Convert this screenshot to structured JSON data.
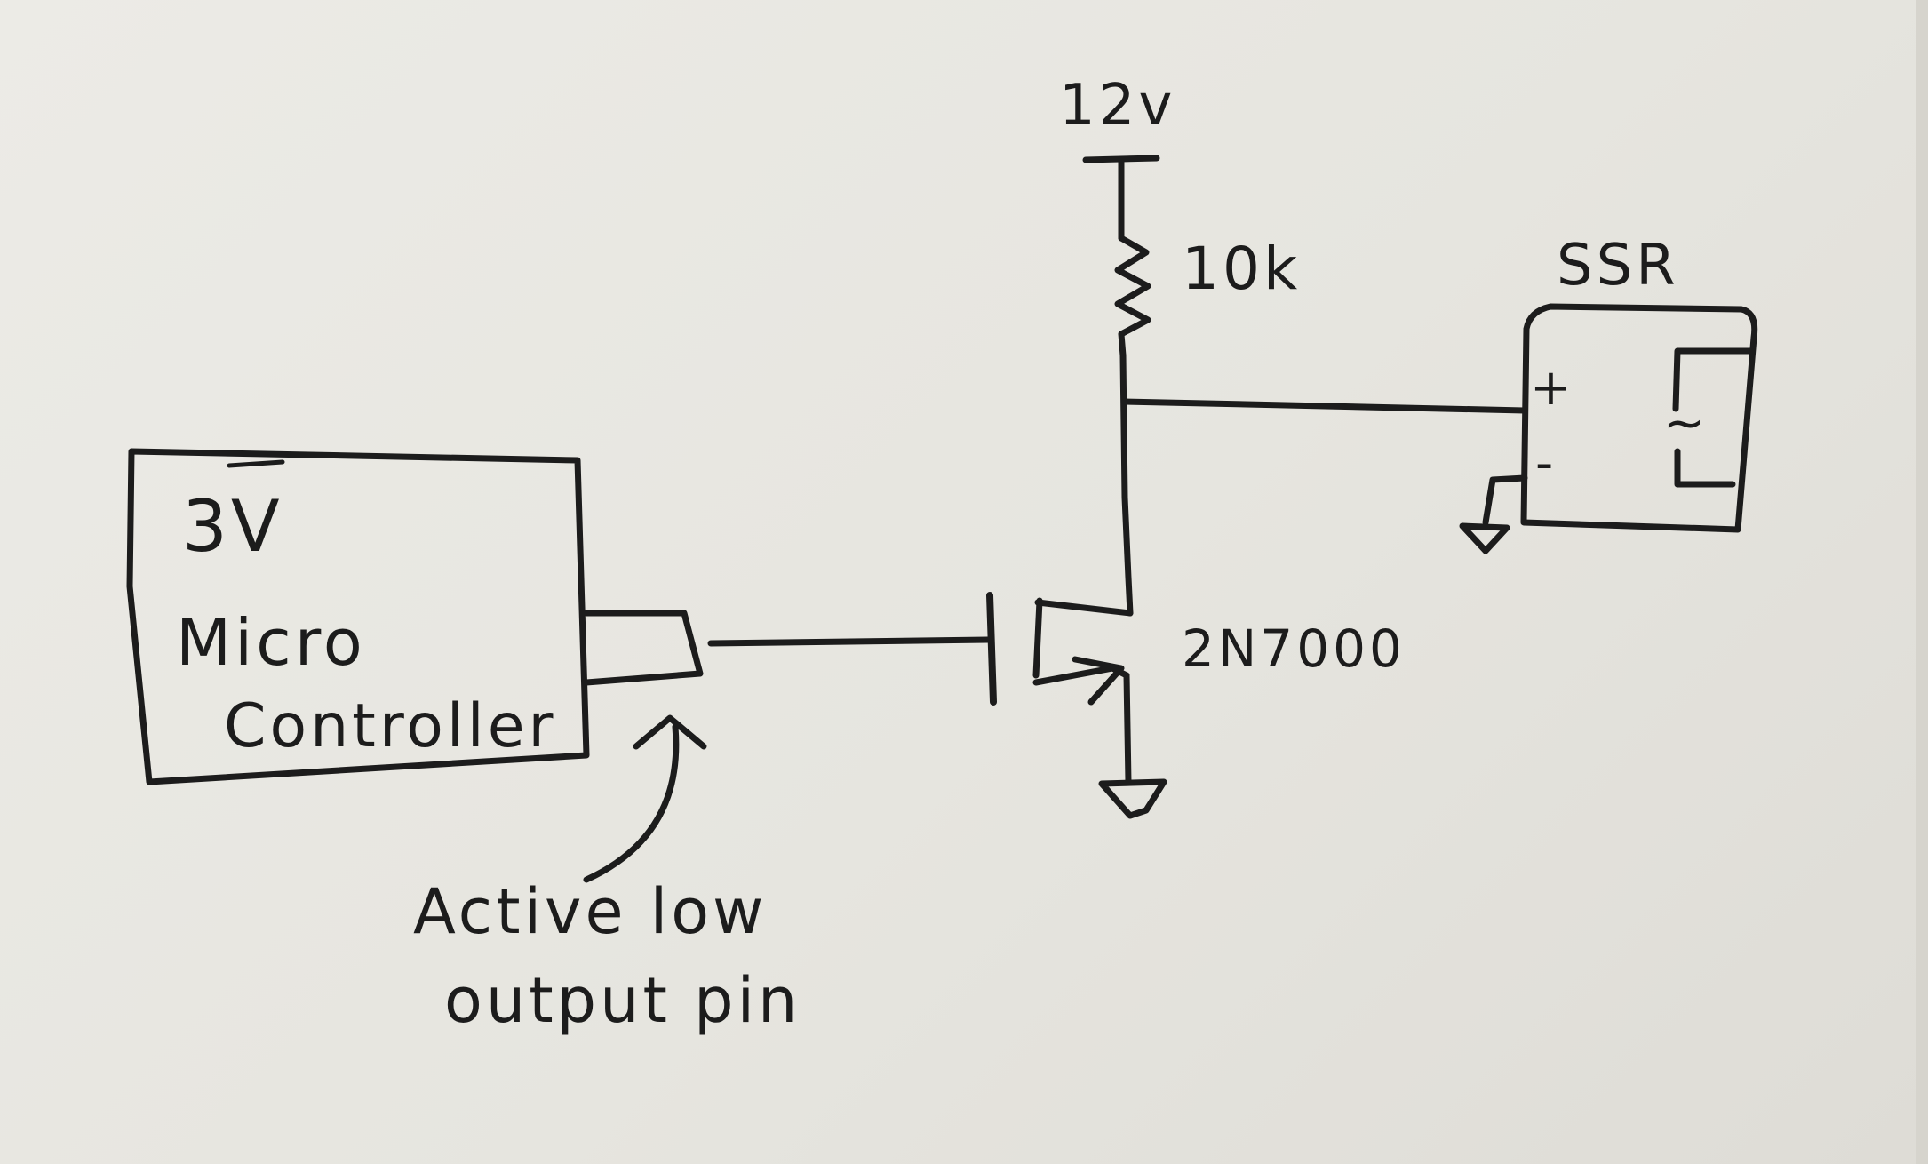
{
  "diagram": {
    "supply_label": "12v",
    "resistor_label": "10k",
    "mcu_voltage_label": "3V",
    "mcu_label_line1": "Micro",
    "mcu_label_line2": "Controller",
    "transistor_label": "2N7000",
    "ssr_label": "SSR",
    "ssr_plus": "+",
    "ssr_minus": "-",
    "ssr_ac_symbol": "~",
    "annotation_line1": "Active low",
    "annotation_line2": "output pin"
  }
}
